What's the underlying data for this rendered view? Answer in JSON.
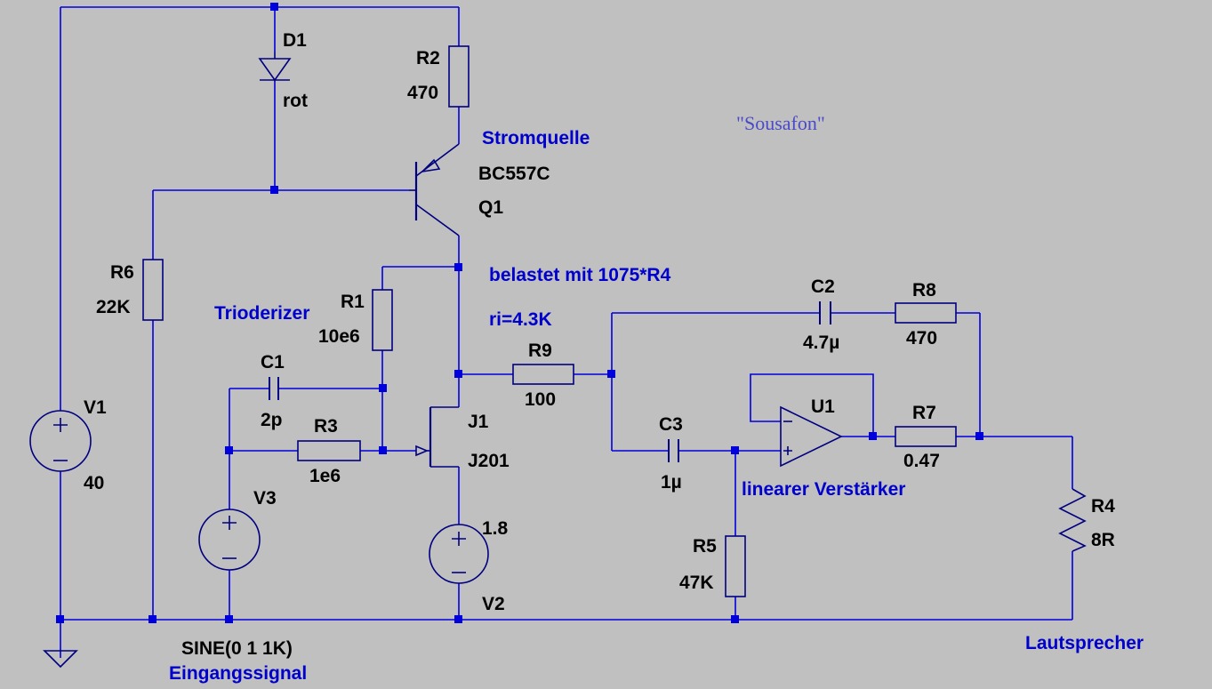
{
  "schematic": {
    "title": "\"Sousafon\"",
    "colors": {
      "background": "#c0c0c0",
      "wire": "#0000dd",
      "device": "#000080",
      "comment": "#0000cc",
      "label": "#000000"
    },
    "components": {
      "d1": {
        "name": "D1",
        "value": "rot"
      },
      "r2": {
        "name": "R2",
        "value": "470"
      },
      "q1": {
        "name": "Q1",
        "value": "BC557C"
      },
      "r6": {
        "name": "R6",
        "value": "22K"
      },
      "r1": {
        "name": "R1",
        "value": "10e6"
      },
      "c1": {
        "name": "C1",
        "value": "2p"
      },
      "r3": {
        "name": "R3",
        "value": "1e6"
      },
      "v1": {
        "name": "V1",
        "value": "40"
      },
      "v3": {
        "name": "V3",
        "value": "SINE(0 1 1K)"
      },
      "j1": {
        "name": "J1",
        "value": "J201"
      },
      "v2": {
        "name": "V2",
        "value": "1.8"
      },
      "r9": {
        "name": "R9",
        "value": "100"
      },
      "c2": {
        "name": "C2",
        "value": "4.7µ"
      },
      "r8": {
        "name": "R8",
        "value": "470"
      },
      "c3": {
        "name": "C3",
        "value": "1µ"
      },
      "u1": {
        "name": "U1"
      },
      "r7": {
        "name": "R7",
        "value": "0.47"
      },
      "r5": {
        "name": "R5",
        "value": "47K"
      },
      "r4": {
        "name": "R4",
        "value": "8R"
      }
    },
    "comments": {
      "stromquelle": "Stromquelle",
      "belastet": "belastet mit 1075*R4",
      "ri": "ri=4.3K",
      "trioderizer": "Trioderizer",
      "linearer": "linearer Verstärker",
      "eingangssignal": "Eingangssignal",
      "lautsprecher": "Lautsprecher"
    },
    "icons": [
      "ground-icon",
      "diode-icon",
      "pnp-transistor-icon",
      "njfet-icon",
      "voltage-source-icon",
      "opamp-icon",
      "resistor-icon",
      "capacitor-icon"
    ]
  }
}
